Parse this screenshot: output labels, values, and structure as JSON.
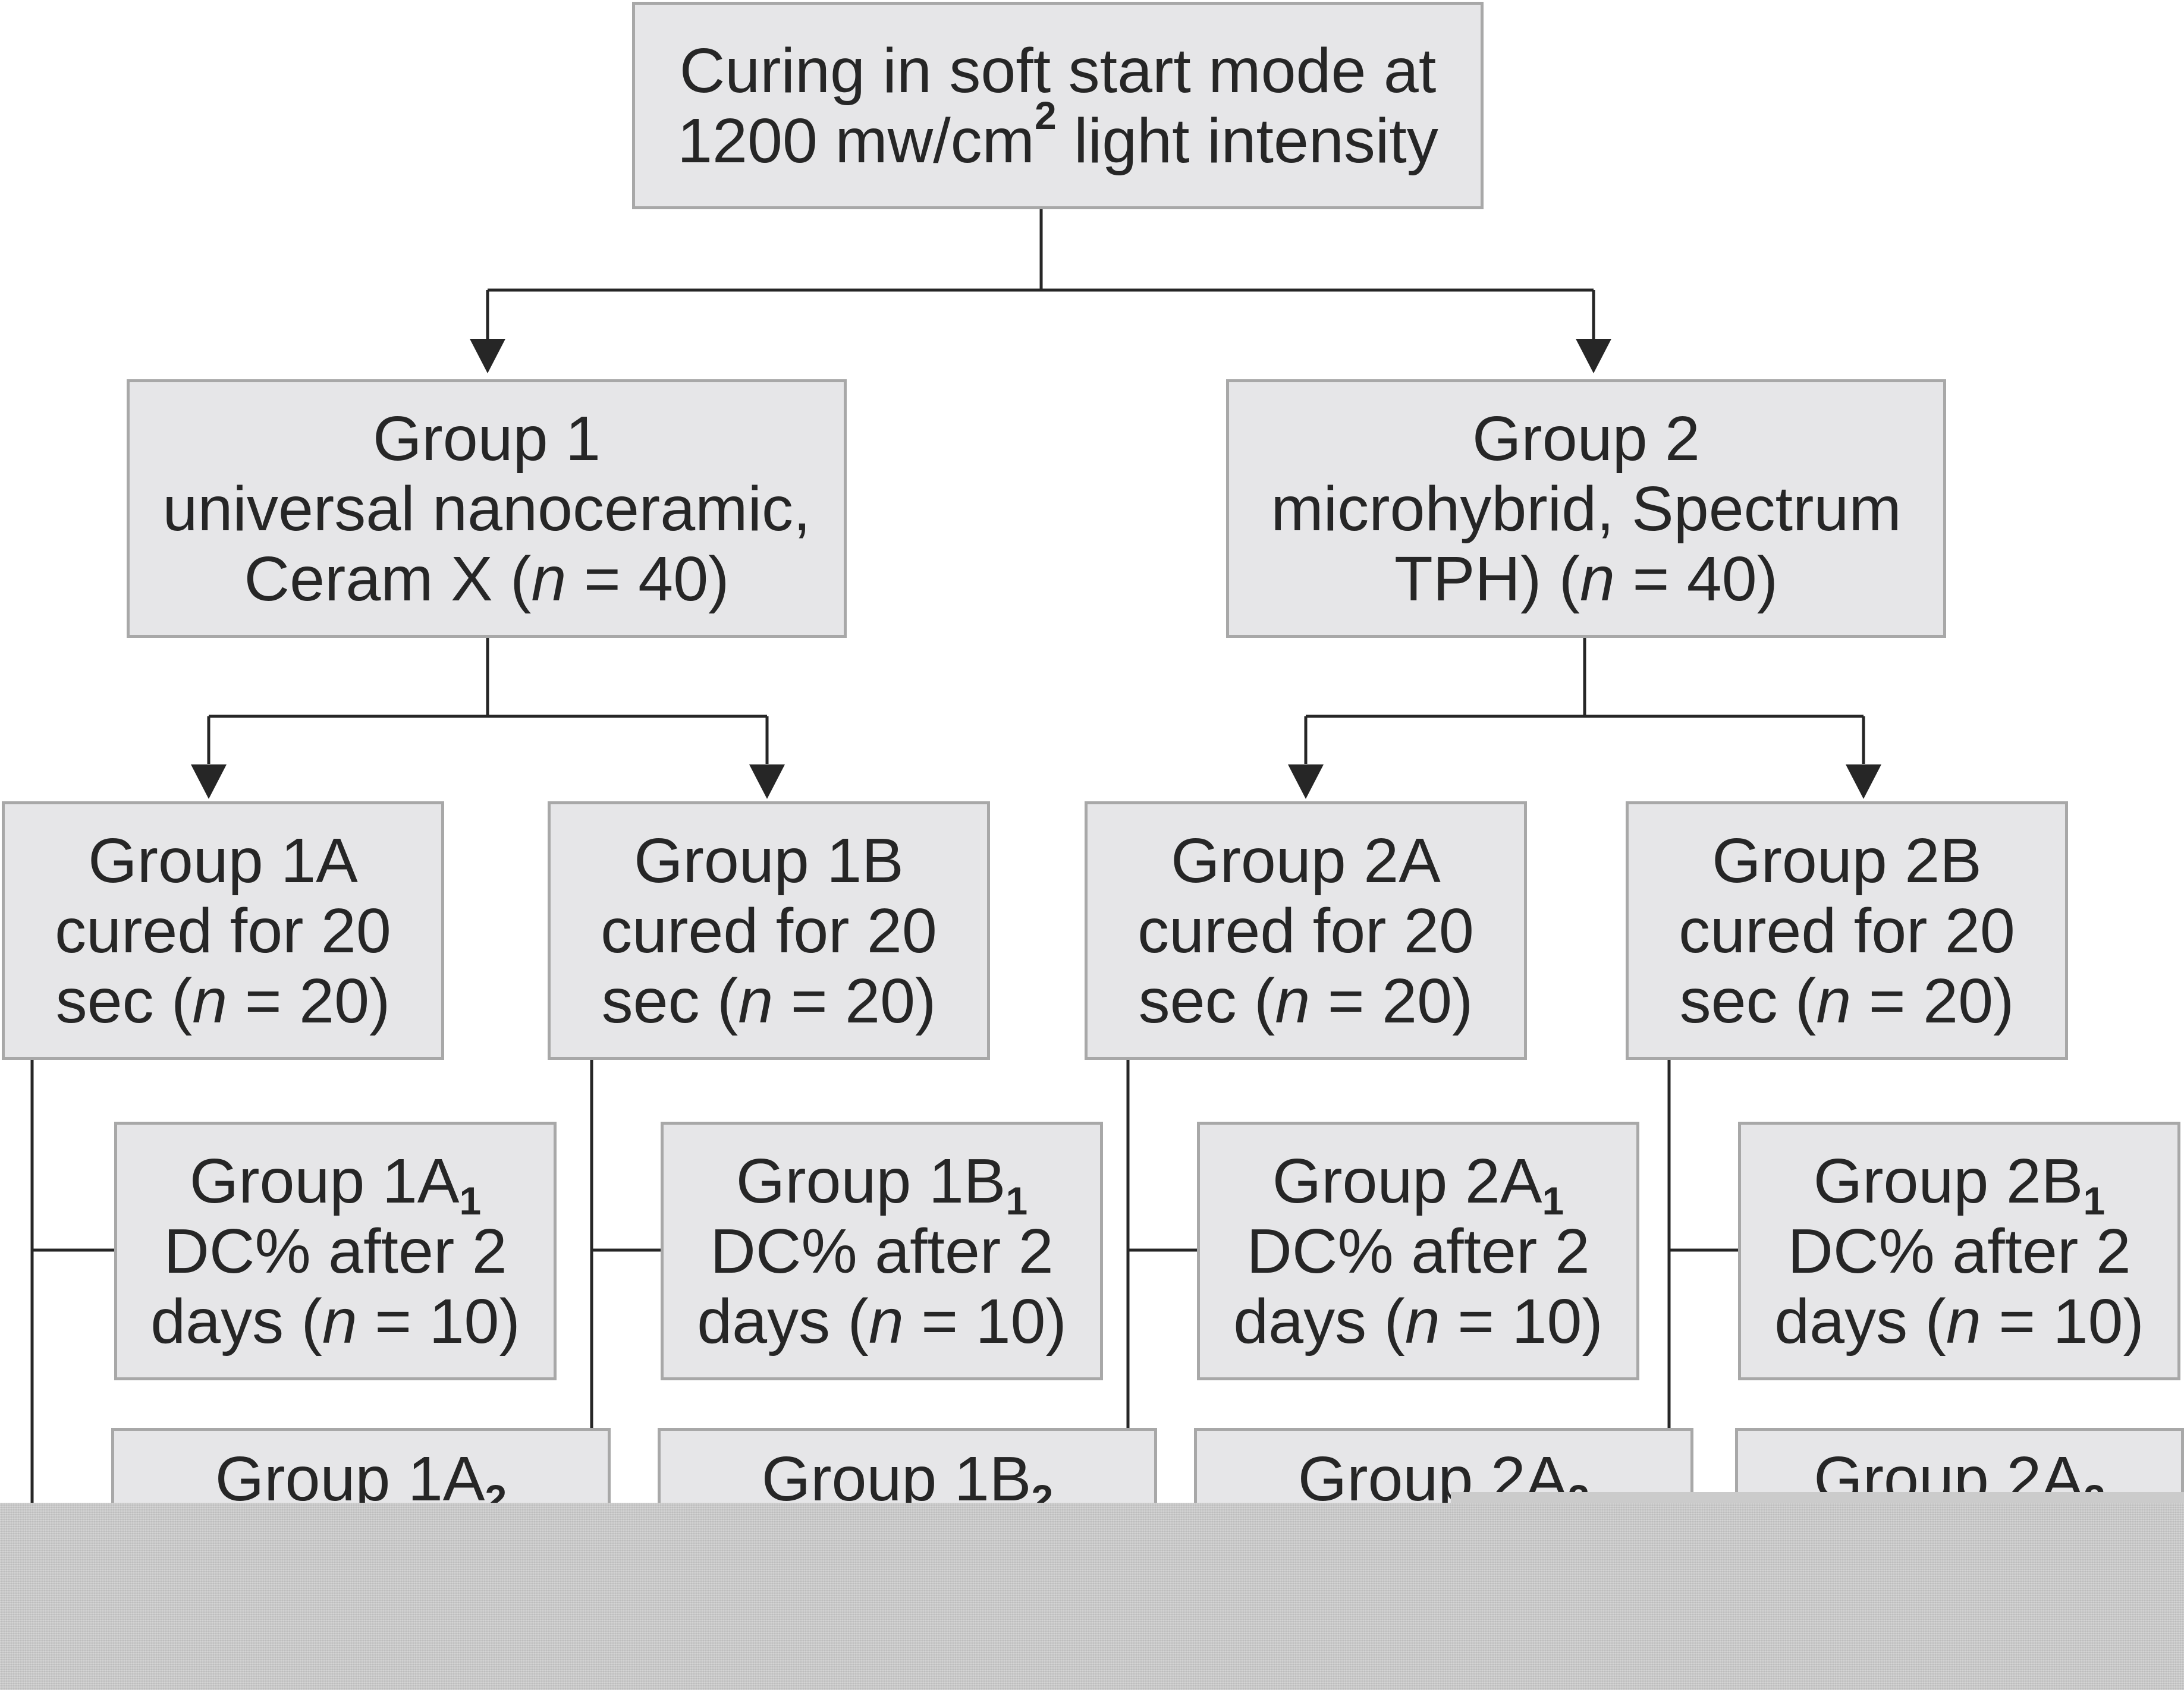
{
  "root": {
    "line1": "Curing in soft start mode at",
    "line2_pre": "1200 mw/cm",
    "line2_sup": "2",
    "line2_post": " light intensity"
  },
  "groups": [
    {
      "title": "Group 1",
      "line2": "universal nanoceramic,",
      "line3_pre": "Ceram X (",
      "line3_n": "n",
      "line3_post": " = 40)"
    },
    {
      "title": "Group 2",
      "line2": "microhybrid, Spectrum",
      "line3_pre": "TPH) (",
      "line3_n": "n",
      "line3_post": " = 40)"
    }
  ],
  "subgroups": [
    {
      "title": "Group 1A",
      "line2": "cured for 20",
      "line3_pre": "sec (",
      "line3_n": "n",
      "line3_post": " = 20)"
    },
    {
      "title": "Group 1B",
      "line2": "cured for 20",
      "line3_pre": "sec (",
      "line3_n": "n",
      "line3_post": " = 20)"
    },
    {
      "title": "Group 2A",
      "line2": "cured for 20",
      "line3_pre": "sec (",
      "line3_n": "n",
      "line3_post": " = 20)"
    },
    {
      "title": "Group 2B",
      "line2": "cured for 20",
      "line3_pre": "sec (",
      "line3_n": "n",
      "line3_post": " = 20)"
    }
  ],
  "measure1": [
    {
      "title": "Group 1A",
      "sub": "1",
      "line2": "DC% after 2",
      "line3_pre": "days (",
      "line3_n": "n",
      "line3_post": " = 10)"
    },
    {
      "title": "Group 1B",
      "sub": "1",
      "line2": "DC% after 2",
      "line3_pre": "days (",
      "line3_n": "n",
      "line3_post": " = 10)"
    },
    {
      "title": "Group 2A",
      "sub": "1",
      "line2": "DC% after 2",
      "line3_pre": "days (",
      "line3_n": "n",
      "line3_post": " = 10)"
    },
    {
      "title": "Group 2B",
      "sub": "1",
      "line2": "DC% after 2",
      "line3_pre": "days (",
      "line3_n": "n",
      "line3_post": " = 10)"
    }
  ],
  "measure2": [
    {
      "title": "Group 1A",
      "sub": "2"
    },
    {
      "title": "Group 1B",
      "sub": "2"
    },
    {
      "title": "Group 2A",
      "sub": "2"
    },
    {
      "title": "Group 2A",
      "sub": "2"
    }
  ],
  "colors": {
    "box_fill": "#e6e6e8",
    "box_border": "#a8a8a8",
    "line": "#262626",
    "obscured_band": "#cbcbcb"
  }
}
